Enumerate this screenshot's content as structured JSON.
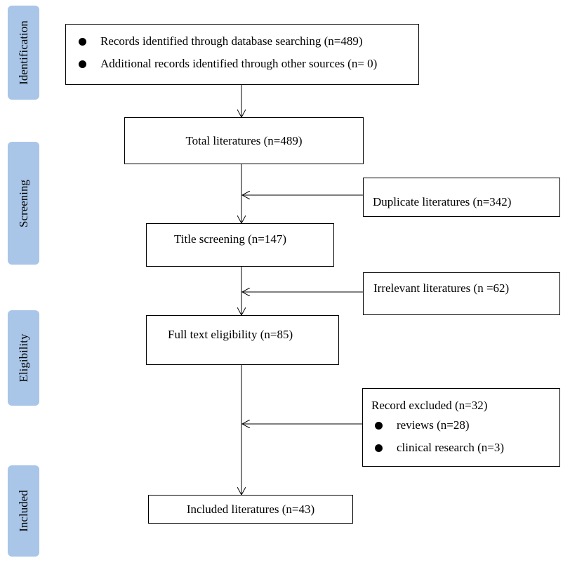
{
  "phases": {
    "identification": "Identification",
    "screening": "Screening",
    "eligibility": "Eligibility",
    "included": "Included"
  },
  "records": {
    "items": [
      "Records identified through database searching (n=489)",
      "Additional records identified through other sources (n= 0)"
    ]
  },
  "total": "Total literatures (n=489)",
  "duplicate": "Duplicate literatures (n=342)",
  "title_screening": "Title screening (n=147)",
  "irrelevant": "Irrelevant literatures (n =62)",
  "full_text": "Full text eligibility (n=85)",
  "excluded": {
    "heading": "Record excluded (n=32)",
    "items": [
      "reviews (n=28)",
      "clinical research (n=3)"
    ]
  },
  "included": "Included literatures (n=43)"
}
